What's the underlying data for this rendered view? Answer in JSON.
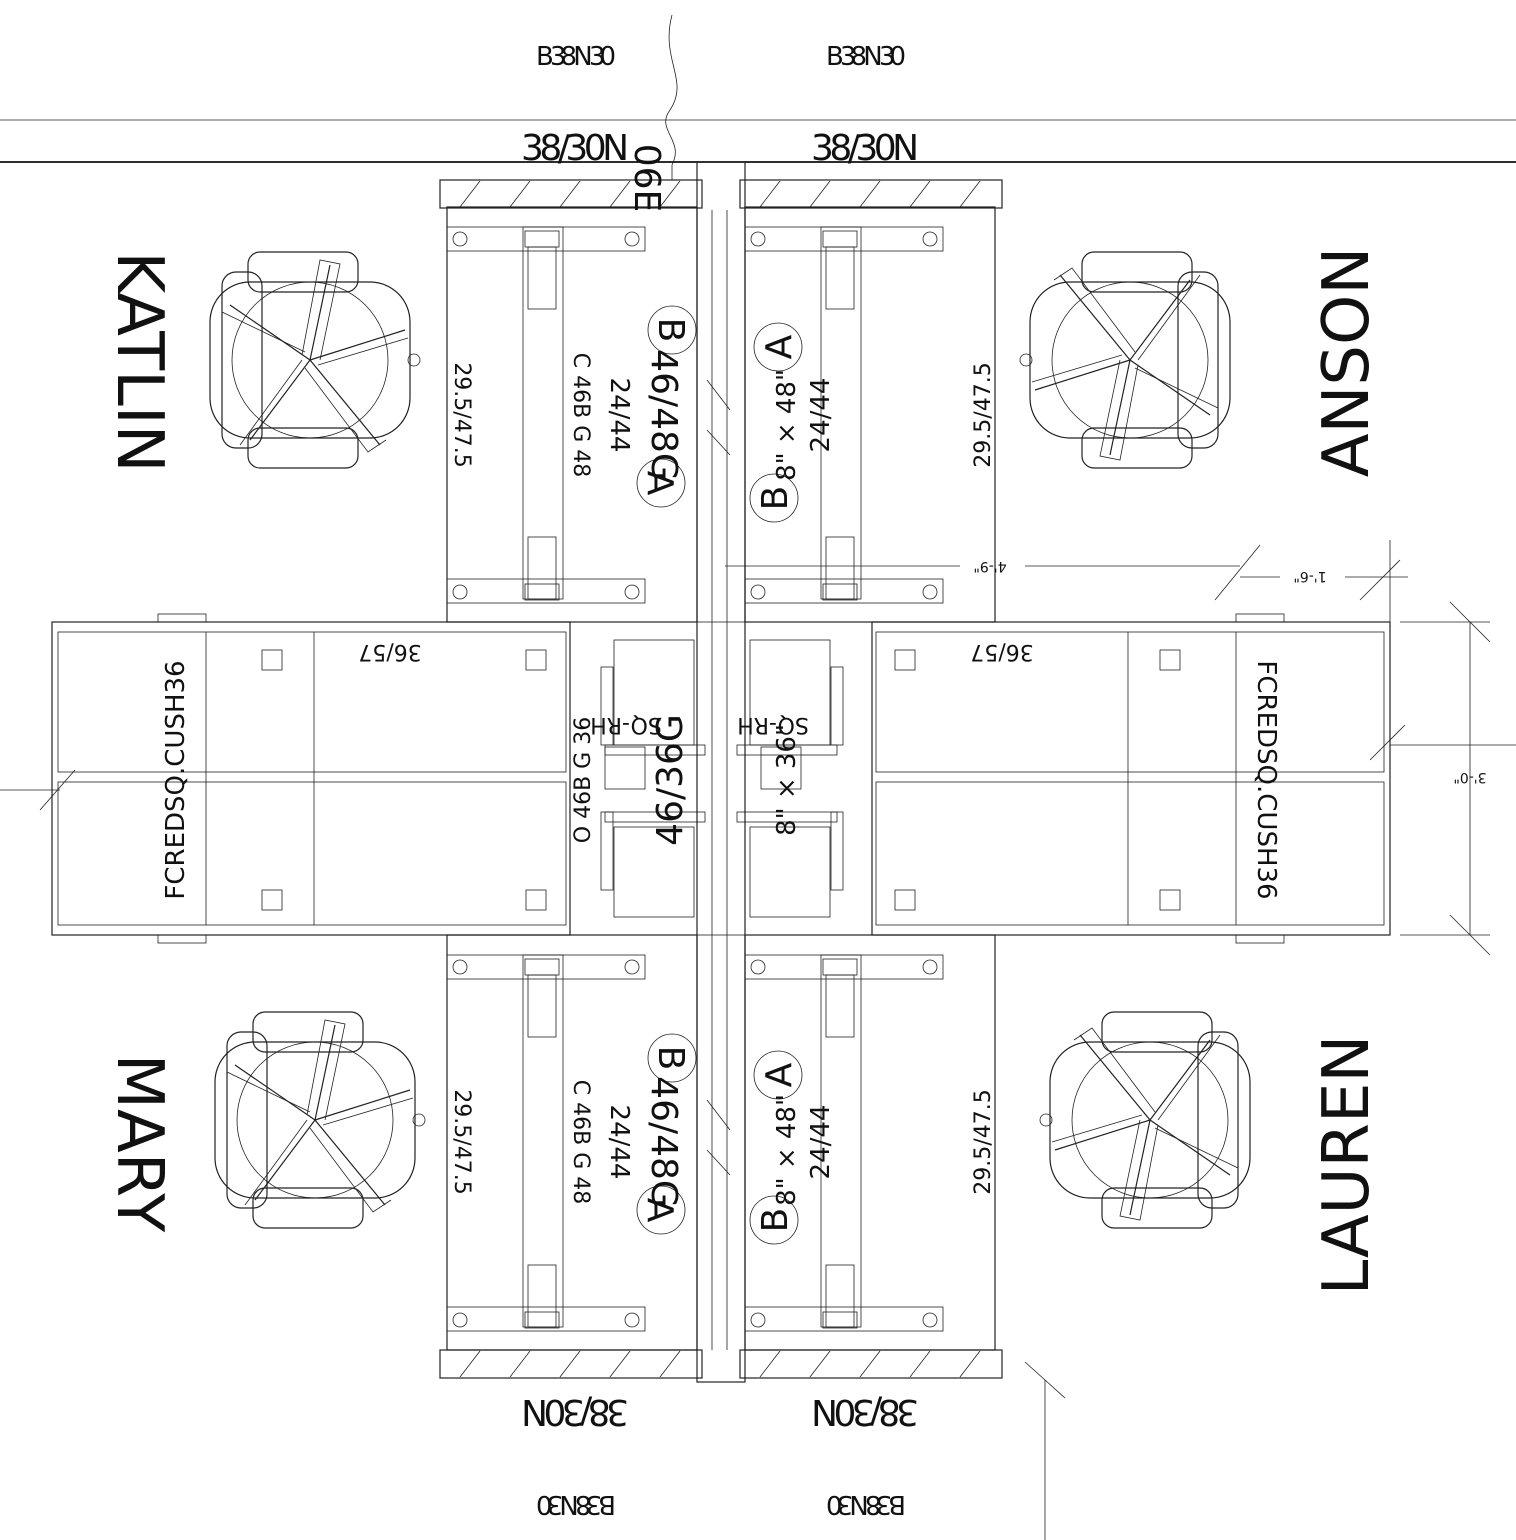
{
  "occupants": {
    "top_left": "KATLIN",
    "top_right": "ANSON",
    "bottom_left": "MARY",
    "bottom_right": "LAUREN"
  },
  "panel_codes": {
    "top_left": "B 38 N 30",
    "top_right": "B 38 N 30",
    "bottom_left": "B 38 N 30",
    "bottom_right": "B 38 N 30"
  },
  "panel_labels": {
    "top_left": "38/30N",
    "top_right": "38/30N",
    "bottom_left": "38/30N",
    "bottom_right": "38/30N"
  },
  "end_tag": "06E",
  "desks": {
    "top_left": {
      "height": "29.5/47.5",
      "code": "C 46B G 48",
      "size": "24/44",
      "panel": "46/48G",
      "tag_top": "B",
      "tag_bottom": "A"
    },
    "top_right": {
      "height": "29.5/47.5",
      "screen": "8\" × 48\"",
      "size": "24/44",
      "tag_top": "A",
      "tag_bottom": "B"
    },
    "bottom_left": {
      "height": "29.5/47.5",
      "code": "C 46B G 48",
      "size": "24/44",
      "panel": "46/48G",
      "tag_top": "B",
      "tag_bottom": "A"
    },
    "bottom_right": {
      "height": "29.5/47.5",
      "screen": "8\" × 48\"",
      "size": "24/44",
      "tag_top": "A",
      "tag_bottom": "B"
    }
  },
  "center": {
    "code": "O 46B G 36",
    "panel": "46/36G",
    "screen": "8\" × 36\"",
    "pedestal_left": "SQ-RH",
    "pedestal_right": "SQ-RH"
  },
  "storage": {
    "left_label": "FCREDSQ.CUSH36",
    "right_label": "FCREDSQ.CUSH36",
    "left_size": "36/57",
    "right_size": "36/57"
  },
  "dimensions": {
    "d1": "4'-9\"",
    "d2": "1'-6\"",
    "d3": "3'-0\""
  }
}
